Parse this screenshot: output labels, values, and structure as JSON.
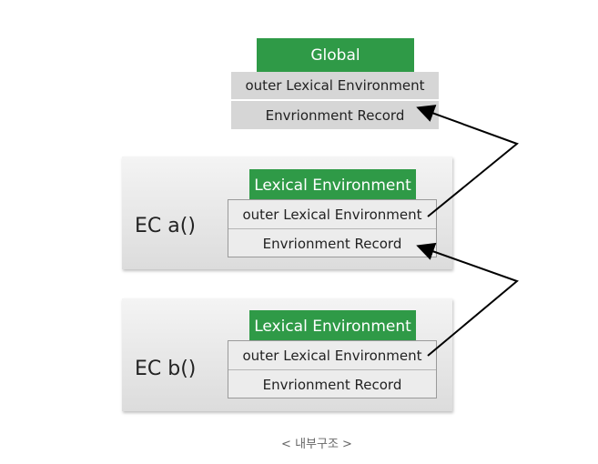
{
  "global": {
    "title": "Global",
    "outer": "outer Lexical Environment",
    "record": "Envrionment Record"
  },
  "contexts": [
    {
      "label": "EC a()",
      "header": "Lexical Environment",
      "outer": "outer Lexical Environment",
      "record": "Envrionment Record"
    },
    {
      "label": "EC b()",
      "header": "Lexical Environment",
      "outer": "outer Lexical Environment",
      "record": "Envrionment Record"
    }
  ],
  "caption": "< 내부구조 >",
  "colors": {
    "header_green": "#2f9a47",
    "arrow": "#000000"
  }
}
